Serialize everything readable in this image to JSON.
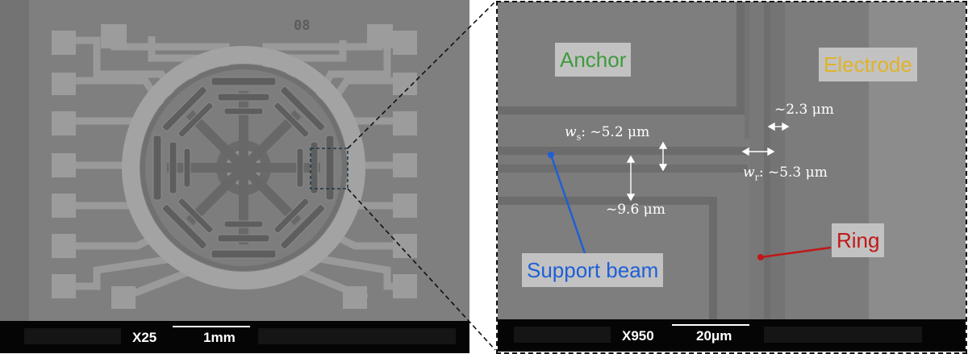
{
  "left_panel": {
    "magnification": "X25",
    "scale_text": "1mm",
    "chip_mark": "08"
  },
  "right_panel": {
    "magnification": "X950",
    "scale_text": "20μm",
    "labels": {
      "anchor": "Anchor",
      "electrode": "Electrode",
      "support_beam": "Support beam",
      "ring": "Ring"
    },
    "dimensions": {
      "ws_symbol": "w",
      "ws_sub": "s",
      "ws_value": ": ~5.2 μm",
      "wr_symbol": "w",
      "wr_sub": "r",
      "wr_value": ": ~5.3 μm",
      "gap": "~2.3 μm",
      "spacing": "~9.6 μm"
    }
  },
  "colors": {
    "anchor": "#3f9a3f",
    "electrode": "#e0b32a",
    "support_beam": "#1f5fd6",
    "ring": "#c01818",
    "background": "#7d7d7d"
  }
}
